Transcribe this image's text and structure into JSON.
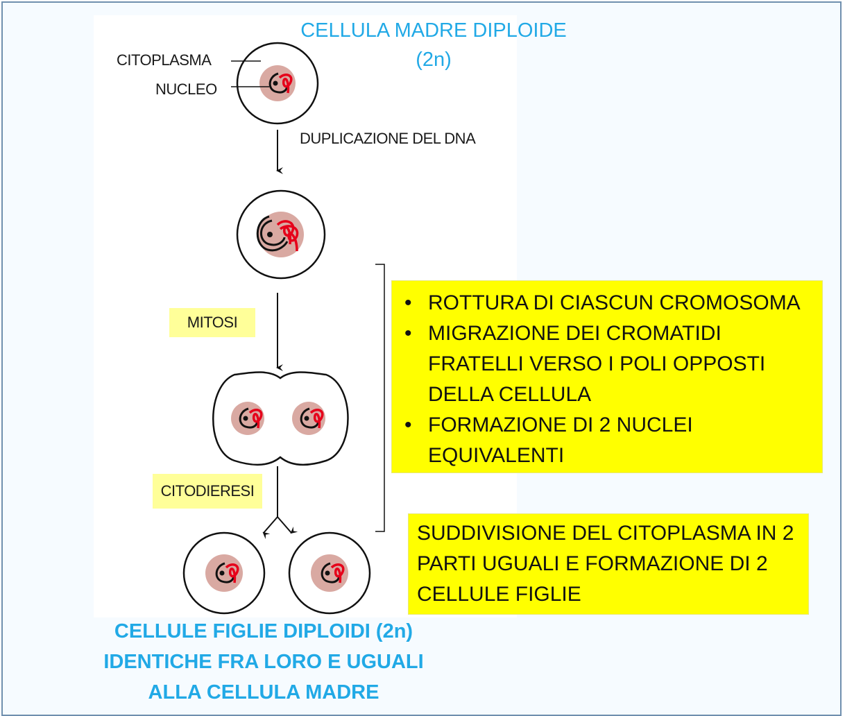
{
  "top_title": [
    "CELLULA MADRE DIPLOIDE",
    "(2n)"
  ],
  "labels": {
    "citoplasma": "CITOPLASMA",
    "nucleo": "NUCLEO",
    "duplicazione": "DUPLICAZIONE DEL DNA",
    "mitosi": "MITOSI",
    "citodieresi": "CITODIERESI"
  },
  "mitosis_box": {
    "items": [
      "ROTTURA DI CIASCUN CROMOSOMA",
      "MIGRAZIONE DEI CROMATIDI FRATELLI VERSO I POLI OPPOSTI DELLA CELLULA",
      "FORMAZIONE DI 2 NUCLEI EQUIVALENTI"
    ]
  },
  "citodieresi_box": {
    "lines": [
      "SUDDIVISIONE DEL CITOPLASMA IN 2",
      "PARTI UGUALI E FORMAZIONE DI 2",
      "CELLULE FIGLIE"
    ]
  },
  "bottom_title": [
    "CELLULE FIGLIE DIPLOIDI (2n)",
    "IDENTICHE FRA LORO E UGUALI",
    "ALLA CELLULA MADRE"
  ],
  "colors": {
    "title_blue": "#21a9e6",
    "yellow_box": "#ffff00",
    "pale_yellow_tag": "#ffff99",
    "nucleus_fill": "#d9a9a2",
    "chromosome_red": "#e6001a",
    "frame_border": "#6f8fae"
  }
}
